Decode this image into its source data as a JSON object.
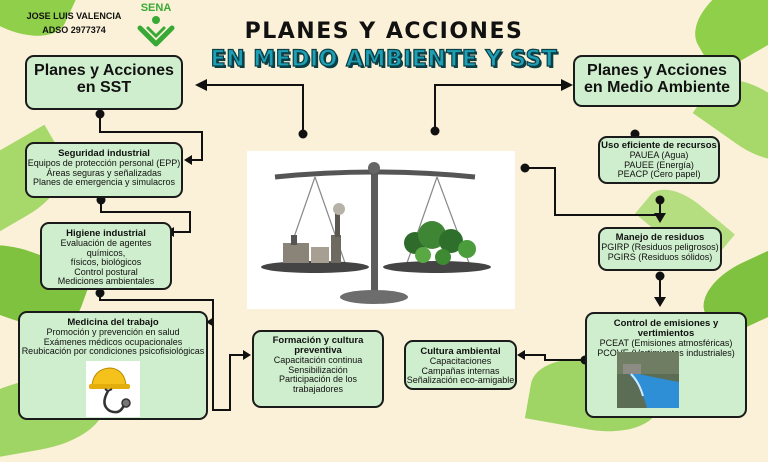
{
  "header": {
    "author_name": "JOSE LUIS VALENCIA",
    "author_course": "ADSO 2977374",
    "logo_text": "SENA",
    "title": "PLANES Y ACCIONES",
    "subtitle": "EN MEDIO AMBIENTE Y SST"
  },
  "left": {
    "heading": "Planes y Acciones en SST",
    "seguridad": {
      "title": "Seguridad industrial",
      "lines": [
        "Equipos de protección personal (EPP)",
        "Áreas seguras y señalizadas",
        "Planes de emergencia y simulacros"
      ]
    },
    "higiene": {
      "title": "Higiene industrial",
      "lines": [
        "Evaluación de agentes químicos,",
        "físicos, biológicos",
        "Control postural",
        "Mediciones ambientales"
      ]
    },
    "medicina": {
      "title": "Medicina del trabajo",
      "lines": [
        "Promoción y prevención en salud",
        "Exámenes médicos ocupacionales",
        "Reubicación por condiciones psicofisiológicas"
      ]
    },
    "formacion": {
      "title": "Formación y cultura preventiva",
      "lines": [
        "Capacitación continua",
        "Sensibilización",
        "Participación de los",
        "trabajadores"
      ]
    }
  },
  "right": {
    "heading": "Planes y Acciones en Medio Ambiente",
    "uso": {
      "title": "Uso eficiente de recursos",
      "lines": [
        "PAUEA (Agua)",
        "PAUEE (Energía)",
        "PEACP (Cero papel)"
      ]
    },
    "residuos": {
      "title": "Manejo de residuos",
      "lines": [
        "PGIRP (Residuos peligrosos)",
        "PGIRS (Residuos sólidos)"
      ]
    },
    "emisiones": {
      "title": "Control de emisiones y vertimientos",
      "lines": [
        "PCEAT (Emisiones atmosféricas)",
        "PCOVE (Vertimientos industriales)"
      ]
    },
    "cultura": {
      "title": "Cultura ambiental",
      "lines": [
        "Capacitaciones",
        "Campañas internas",
        "Señalización eco-amigable"
      ]
    }
  },
  "colors": {
    "background": "#fbf1d8",
    "box_fill": "#cfeecd",
    "subtitle": "#1da0b6",
    "leaf": "#8fcf4a",
    "logo": "#39a935"
  }
}
